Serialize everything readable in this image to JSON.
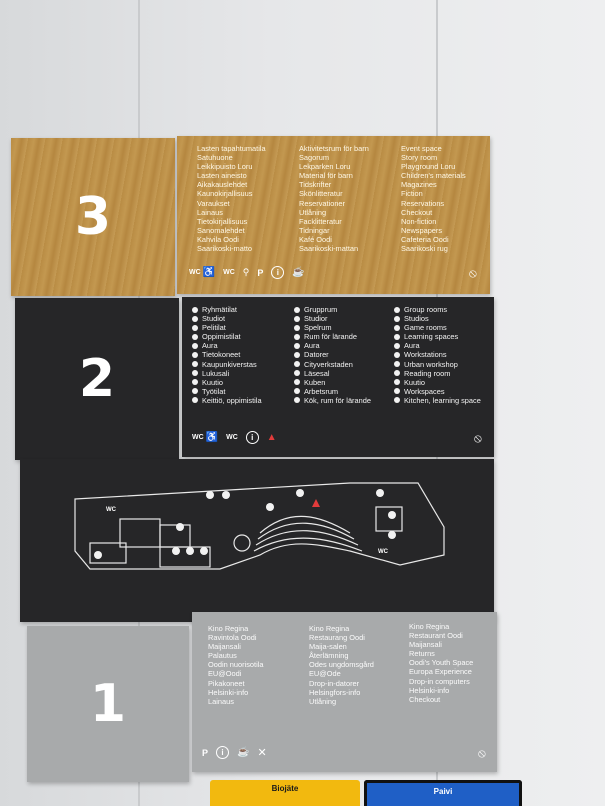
{
  "floor3": {
    "number": "3",
    "col_fi": [
      "Lasten tapahtumatila",
      "Satuhuone",
      "Leikkipuisto Loru",
      "Lasten aineisto",
      "Aikakauslehdet",
      "Kaunokirjallisuus",
      "Varaukset",
      "Lainaus",
      "Tietokirjallisuus",
      "Sanomalehdet",
      "Kahvila Oodi",
      "Saarikoski-matto"
    ],
    "col_sv": [
      "Aktivitetsrum för barn",
      "Sagorum",
      "Lekparken Loru",
      "Material för barn",
      "Tidskrifter",
      "Skönlitteratur",
      "Reservationer",
      "Utlåning",
      "Facklitteratur",
      "Tidningar",
      "Kafé Oodi",
      "Saarikoski-mattan"
    ],
    "col_en": [
      "Event space",
      "Story room",
      "Playground Loru",
      "Children's materials",
      "Magazines",
      "Fiction",
      "Reservations",
      "Checkout",
      "Non-fiction",
      "Newspapers",
      "Cafeteria Oodi",
      "Saarikoski rug"
    ]
  },
  "floor2": {
    "number": "2",
    "col_fi": [
      "Ryhmätilat",
      "Studiot",
      "Pelitilat",
      "Oppimistilat",
      "Aura",
      "Tietokoneet",
      "Kaupunkiverstas",
      "Lukusali",
      "Kuutio",
      "Työtilat",
      "Keittiö, oppimistila"
    ],
    "col_sv": [
      "Grupprum",
      "Studior",
      "Spelrum",
      "Rum för lärande",
      "Aura",
      "Datorer",
      "Cityverkstaden",
      "Läsesal",
      "Kuben",
      "Arbetsrum",
      "Kök, rum för lärande"
    ],
    "col_en": [
      "Group rooms",
      "Studios",
      "Game rooms",
      "Learning spaces",
      "Aura",
      "Workstations",
      "Urban workshop",
      "Reading room",
      "Kuutio",
      "Workspaces",
      "Kitchen, learning space"
    ]
  },
  "floor1": {
    "number": "1",
    "col_fi": [
      "Kino Regina",
      "Ravintola Oodi",
      "Maijansali",
      "Palautus",
      "Oodin nuorisotila",
      "EU@Oodi",
      "Pikakoneet",
      "Helsinki-info",
      "Lainaus"
    ],
    "col_sv": [
      "Kino Regina",
      "Restaurang Oodi",
      "Maija-salen",
      "Återlämning",
      "Odes ungdomsgård",
      "EU@Ode",
      "Drop-in-datorer",
      "Helsingfors-info",
      "Utlåning"
    ],
    "col_en": [
      "Kino Regina",
      "Restaurant Oodi",
      "Maijansali",
      "Returns",
      "Oodi's Youth Space",
      "Europa Experience",
      "Drop-in computers",
      "Helsinki-info",
      "Checkout"
    ]
  },
  "icons": {
    "wc": "WC",
    "info": "i"
  },
  "bins": {
    "bio": "Biojäte",
    "paper": "Paivi"
  },
  "colors": {
    "wood": "#bd9048",
    "dark": "#262628",
    "grey": "#a8aaab",
    "bin_yellow": "#f2b90f",
    "bin_blue": "#1f5fc6"
  }
}
